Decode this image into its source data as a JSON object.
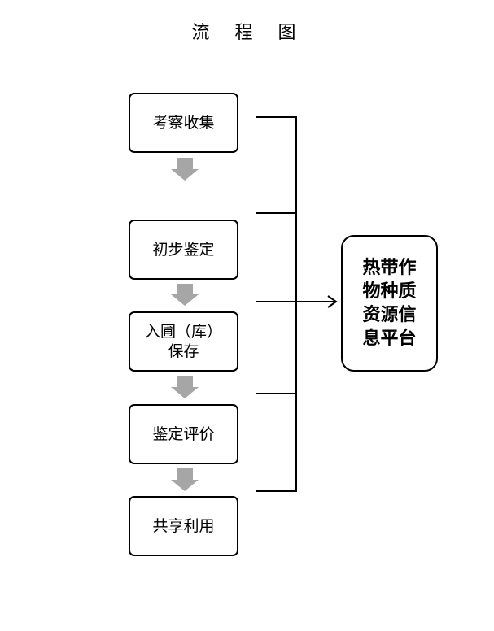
{
  "title": "流 程 图",
  "steps": [
    {
      "label": "考察收集"
    },
    {
      "label": "初步鉴定"
    },
    {
      "label": "入圃（库）保存",
      "line1": "入圃（库）",
      "line2": "保存"
    },
    {
      "label": "鉴定评价"
    },
    {
      "label": "共享利用"
    }
  ],
  "platform": {
    "label": "热带作物种质资源信息平台"
  },
  "colors": {
    "arrow_fill": "#a6a6a6",
    "line": "#000000"
  }
}
